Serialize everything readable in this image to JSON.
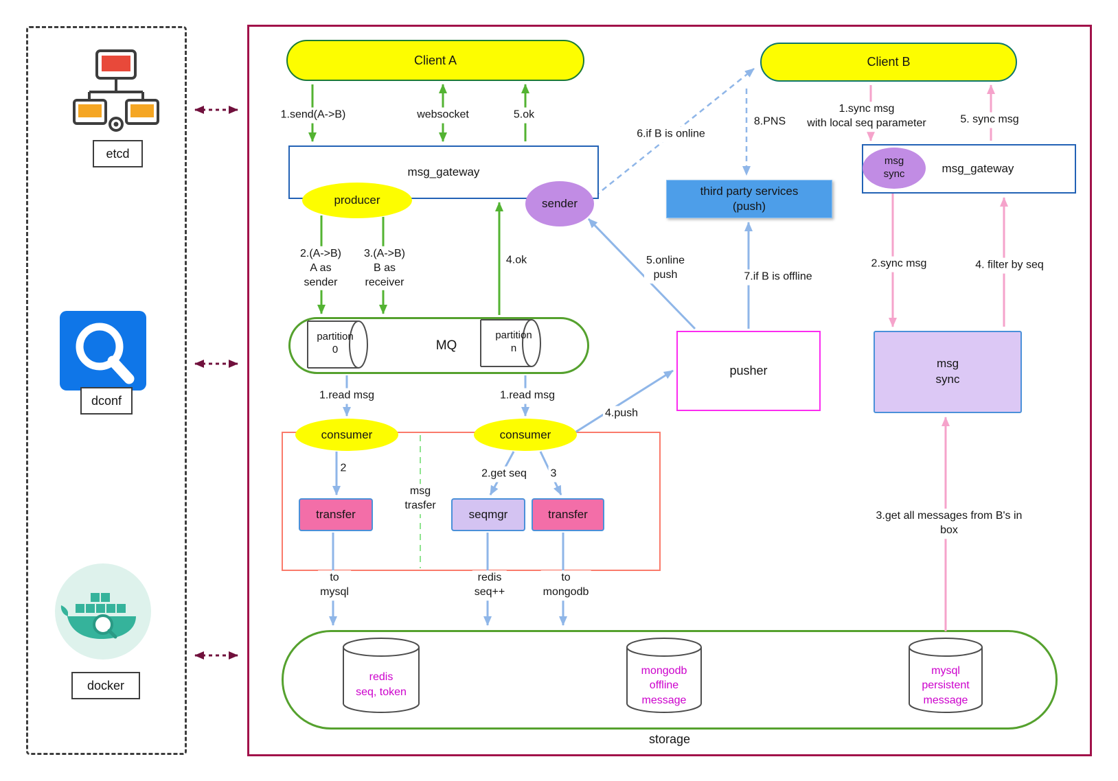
{
  "left_panel": {
    "etcd": "etcd",
    "dconf": "dconf",
    "docker": "docker"
  },
  "nodes": {
    "client_a": "Client A",
    "client_b": "Client B",
    "gateway_left": "msg_gateway",
    "gateway_right": "msg_gateway",
    "producer": "producer",
    "sender": "sender",
    "msg_sync_small": "msg\nsync",
    "third_party": "third party services\n(push)",
    "mq": "MQ",
    "partition_0": "partition\n0",
    "partition_n": "partition\nn",
    "consumer_left": "consumer",
    "consumer_right": "consumer",
    "transfer_left": "transfer",
    "seqmgr": "seqmgr",
    "transfer_right": "transfer",
    "msg_trasfer_note": "msg\ntrasfer",
    "pusher": "pusher",
    "msg_sync_box": "msg\nsync",
    "storage": "storage",
    "redis": "redis\nseq, token",
    "mongodb": "mongodb\noffline\nmessage",
    "mysql": "mysql\npersistent\nmessage"
  },
  "edges": {
    "e1_send": "1.send(A->B)",
    "websocket": "websocket",
    "e5_ok": "5.ok",
    "e2_a_as_sender": "2.(A->B)\nA as\nsender",
    "e3_b_as_receiver": "3.(A->B)\nB as\nreceiver",
    "e4_ok": "4.ok",
    "read_msg_left": "1.read msg",
    "read_msg_right": "1.read msg",
    "e2": "2",
    "e2_get_seq": "2.get seq",
    "e3": "3",
    "e4_push": "4.push",
    "e5_online_push": "5.online\npush",
    "e7_if_b_offline": "7.if B is offline",
    "e8_pns": "8.PNS",
    "e6_if_b_online": "6.if B is online",
    "s1_sync": "1.sync msg\nwith local seq parameter",
    "s5_sync": "5. sync msg",
    "s2_sync": "2.sync msg",
    "s4_filter": "4. filter by seq",
    "s3_get_all": "3.get all messages from B's in box",
    "to_mysql": "to\nmysql",
    "redis_seq": "redis\nseq++",
    "to_mongodb": "to\nmongodb"
  },
  "colors": {
    "yellow": "#fdfd00",
    "purple": "#c18ce4",
    "green": "#53b332",
    "blue": "#8fb6e8",
    "pink": "#f5a3cb",
    "maroon": "#70103c",
    "dgreen": "#55a12e",
    "green_light": "#8de48d",
    "salmon": "#fa7a6a",
    "magenta": "#fb2bf0",
    "lavender": "#dcc8f5",
    "seq_purple": "#d4c3f2",
    "t_pink": "#f36ea8",
    "tp_blue": "#4d9ee9",
    "gw_blue": "#2262b5",
    "box_blue": "#4a90d9",
    "mag_text": "#cc00cc",
    "main_border": "#a1124a"
  }
}
